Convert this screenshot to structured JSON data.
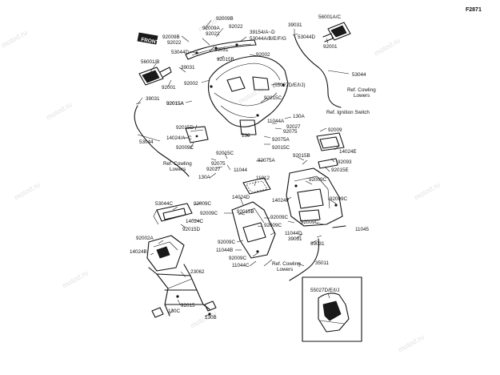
{
  "figure_code": "F2871",
  "badge": {
    "text": "FRONT"
  },
  "watermark": "motod.ru",
  "labels": {
    "l_92009b": "92009B",
    "l_92009a": "92009A",
    "l_92022a": "92022",
    "l_92022b": "92022",
    "l_39154": "39154/A~D",
    "l_53044ag": "53044A/B/E/F/G",
    "l_53044d": "53044D",
    "l_39031a": "39031",
    "l_92015b_top": "92015B",
    "l_92002_top": "92002",
    "l_56001b": "56001/B",
    "l_39031b": "39031",
    "l_92001_left": "92001",
    "l_92002_mid": "92002",
    "l_92015a_top": "92015A",
    "l_55027_top": "(55027D/E/I/J)",
    "l_92015c_mid": "92015C",
    "l_39031_right": "39031",
    "l_56001ac": "56001A/C",
    "l_53044d_right": "53044D",
    "l_92001_right": "92001",
    "l_53044_right": "53044",
    "l_ref_lowers_top": "Ref. Cowling",
    "l_ref_lowers_top2": "Lowers",
    "l_ref_ign": "Ref. Ignition Switch",
    "l_39031_left": "39031",
    "l_92015a_left": "92015A",
    "l_53044_left": "53044",
    "l_92015d": "92015D",
    "l_14024a": "14024/A~C",
    "l_92009c_a": "92009C",
    "l_130a": "130A",
    "l_11044a": "11044A",
    "l_92027a": "92027",
    "l_92075a": "92075",
    "l_130": "130",
    "l_92075a_b": "92075A",
    "l_92009_right": "92009",
    "l_14024e": "14024E",
    "l_92015c_b": "92015C",
    "l_92015b_mid": "92015B",
    "l_92093": "92093",
    "l_92015e": "92015E",
    "l_ref_lowers_mid": "Ref. Cowling",
    "l_ref_lowers_mid2": "Lowers",
    "l_92075": "92075",
    "l_92027b": "92027",
    "l_11044": "11044",
    "l_130a_b": "130A",
    "l_92075a_c": "92075A",
    "l_11012": "11012",
    "l_92009c_b": "92009C",
    "l_14024d": "14024D",
    "l_14024f": "14024F",
    "l_92009c_c": "92009C",
    "l_53044c": "53044C",
    "l_92009c_d": "92009C",
    "l_92009c_e": "92009C",
    "l_14024c": "14024C",
    "l_92015d_b": "92015D",
    "l_92015b_low": "92015B",
    "l_92009c_f": "92009C",
    "l_92009c_g": "92009C",
    "l_92009c_h": "92009C",
    "l_11045": "11045",
    "l_11044d": "11044D",
    "l_39031_low": "39031",
    "l_92002a": "92002A",
    "l_14024b": "14024B",
    "l_92009c_i": "92009C",
    "l_11044b": "11044B",
    "l_39031_low2": "39031",
    "l_92009c_j": "92009C",
    "l_11044c": "11044C",
    "l_ref_lowers_low": "Ref. Cowling",
    "l_ref_lowers_low2": "Lowers",
    "l_35011": "35011",
    "l_23062": "23062",
    "l_92015": "92015",
    "l_130c": "130C",
    "l_130b": "130B",
    "l_55027_inset": "55027D/E/I/J"
  }
}
